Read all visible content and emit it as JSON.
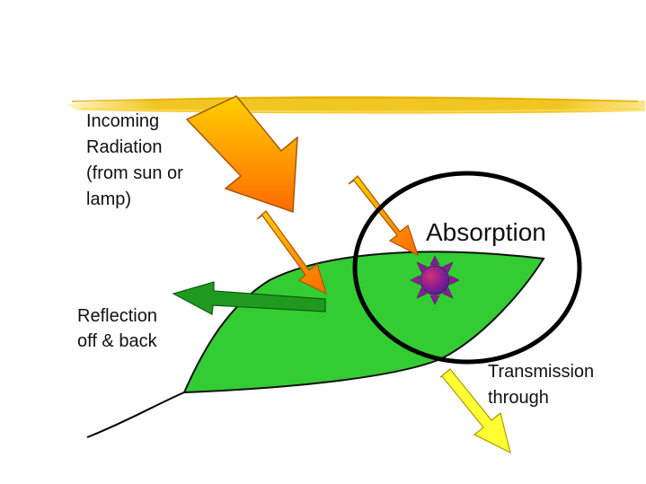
{
  "labels": {
    "incoming": "Incoming\nRadiation\n(from sun or\nlamp)",
    "absorption": "Absorption",
    "reflection": "Reflection\noff & back",
    "transmission": "Transmission\nthrough"
  },
  "icons": {
    "leaf": "leaf-shape",
    "pigment": "pigment-burst-icon",
    "incoming_arrow": "incoming-radiation-arrow",
    "reflection_arrow": "reflection-arrow",
    "transmission_arrow": "transmission-arrow"
  },
  "colors": {
    "leaf": "#33cc33",
    "reflection_arrow": "#1f9a1f",
    "incoming_arrow_top": "#ffcc00",
    "incoming_arrow_bottom": "#ff6600",
    "transmission_arrow": "#ffff33",
    "title_bar": "#f2c622",
    "pigment_center": "#8a1e96",
    "absorption_circle": "#000000"
  }
}
